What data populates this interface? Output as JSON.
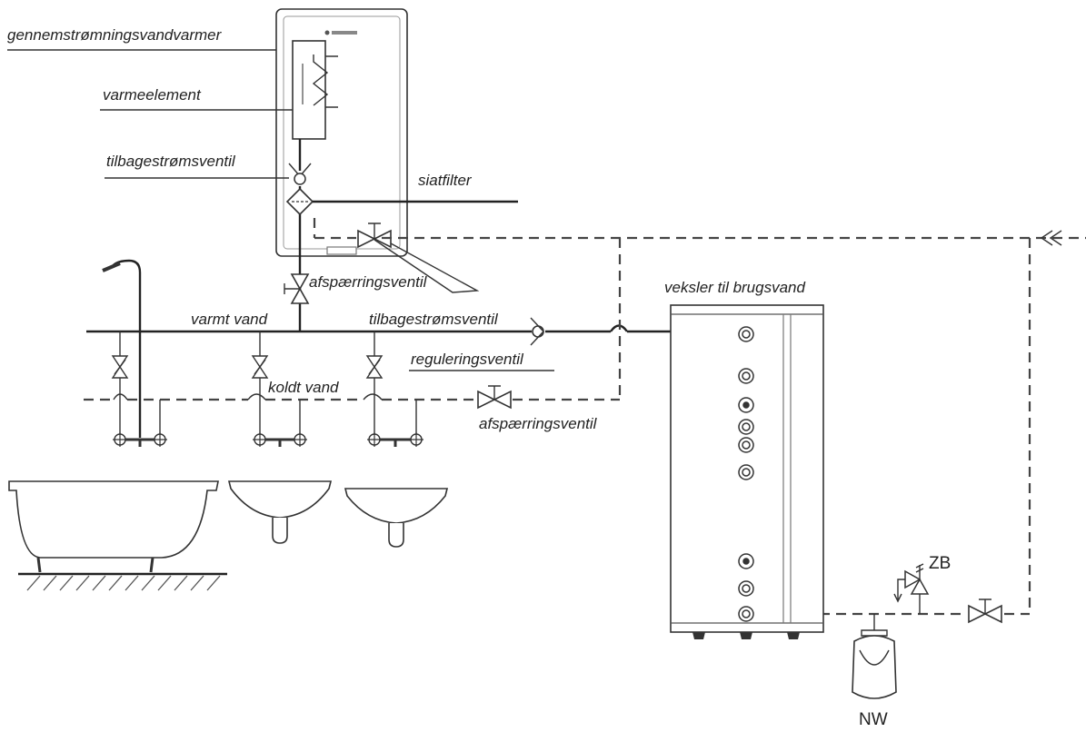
{
  "labels": {
    "flow_heater": "gennemstrømningsvandvarmer",
    "heating_element": "varmeelement",
    "check_valve_top": "tilbagestrømsventil",
    "strainer": "siatfilter",
    "shutoff_top": "afspærringsventil",
    "hot_water": "varmt vand",
    "check_valve_mid": "tilbagestrømsventil",
    "regulating_valve": "reguleringsventil",
    "cold_water": "koldt vand",
    "shutoff_bottom": "afspærringsventil",
    "exchanger": "veksler til brugsvand",
    "safety_valve": "ZB",
    "expansion_vessel": "NW"
  }
}
